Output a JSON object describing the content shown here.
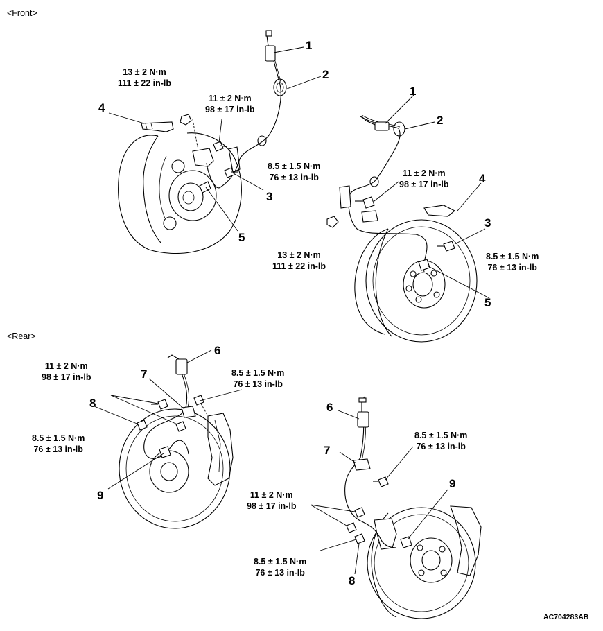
{
  "sections": {
    "front": "<Front>",
    "rear": "<Rear>"
  },
  "front_left": {
    "torques": [
      {
        "nm": "13 ± 2 N·m",
        "inlb": "111 ± 22 in-lb"
      },
      {
        "nm": "11 ± 2 N·m",
        "inlb": "98 ± 17 in-lb"
      },
      {
        "nm": "8.5 ± 1.5 N·m",
        "inlb": "76 ± 13 in-lb"
      }
    ],
    "callouts": [
      "1",
      "2",
      "3",
      "4",
      "5"
    ]
  },
  "front_right": {
    "torques": [
      {
        "nm": "11 ± 2 N·m",
        "inlb": "98 ± 17 in-lb"
      },
      {
        "nm": "13 ± 2 N·m",
        "inlb": "111 ± 22 in-lb"
      },
      {
        "nm": "8.5 ± 1.5 N·m",
        "inlb": "76 ± 13 in-lb"
      }
    ],
    "callouts": [
      "1",
      "2",
      "3",
      "4",
      "5"
    ]
  },
  "rear_left": {
    "torques": [
      {
        "nm": "11 ± 2 N·m",
        "inlb": "98 ± 17 in-lb"
      },
      {
        "nm": "8.5 ± 1.5 N·m",
        "inlb": "76 ± 13 in-lb"
      },
      {
        "nm": "8.5 ± 1.5 N·m",
        "inlb": "76 ± 13 in-lb"
      }
    ],
    "callouts": [
      "6",
      "7",
      "8",
      "9"
    ]
  },
  "rear_right": {
    "torques": [
      {
        "nm": "8.5 ± 1.5 N·m",
        "inlb": "76 ± 13 in-lb"
      },
      {
        "nm": "11 ± 2 N·m",
        "inlb": "98 ± 17 in-lb"
      },
      {
        "nm": "8.5 ± 1.5 N·m",
        "inlb": "76 ± 13 in-lb"
      }
    ],
    "callouts": [
      "6",
      "7",
      "9",
      "8"
    ]
  },
  "figure_code": "AC704283AB"
}
